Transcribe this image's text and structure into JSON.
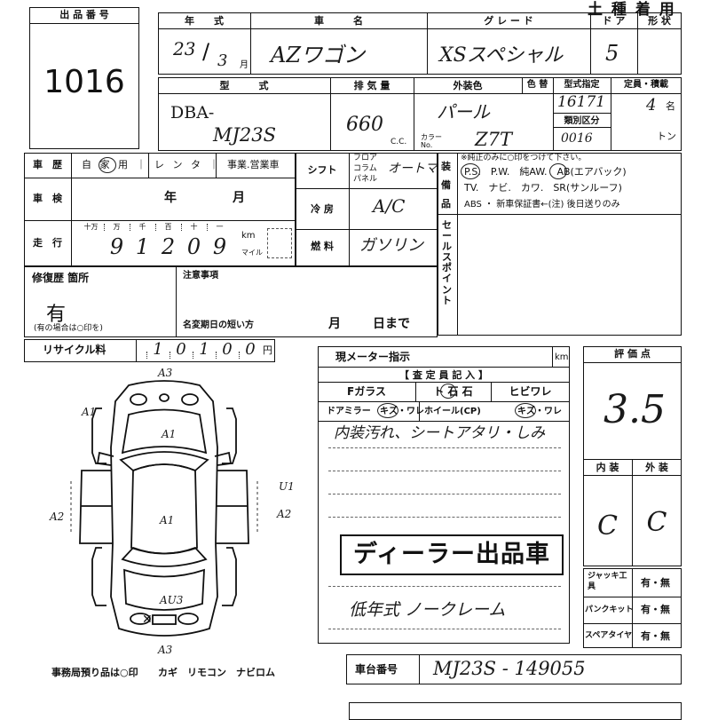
{
  "header": {
    "top_partial": "",
    "usage_badge": "土 種 着 用"
  },
  "lot": {
    "label": "出 品 番 号",
    "number": "1016"
  },
  "row1": {
    "year_label": "年　　式",
    "car_label": "車　　　名",
    "grade_label": "グ レ ー ド",
    "door_label": "ド ア",
    "shape_label": "形 状",
    "year_value": "23",
    "month_value": "3",
    "month_unit": "月",
    "car_name": "AZワゴン",
    "grade_value": "XSスペシャル",
    "door_value": "5"
  },
  "row2": {
    "model_label": "型　　　式",
    "displacement_label": "排 気 量",
    "ext_color_label": "外装色",
    "color_sep_label": "色 替",
    "model_spec_label": "型式指定",
    "capacity_label": "定員・積載",
    "model_line1": "DBA-",
    "model_line2": "MJ23S",
    "displacement_value": "660",
    "cc_unit": "C.C.",
    "color_value": "パール",
    "color_no_label": "カラー No.",
    "color_no_value": "Z7T",
    "model_spec_value": "16171",
    "class_label": "類別区分",
    "class_value": "0016",
    "capacity_value": "4",
    "person_unit": "名",
    "ton_unit": "トン"
  },
  "history": {
    "history_label": "車　歴",
    "history_options": "自 家 用 ｜ レ ン タ ｜ 事業.営業車",
    "inspection_label": "車　検",
    "inspection_year": "年",
    "inspection_month": "月",
    "mileage_label": "走　行",
    "mileage_places": [
      "十万",
      "万",
      "千",
      "百",
      "十",
      "一"
    ],
    "mileage_digits": [
      "9",
      "1",
      "2",
      "0",
      "9"
    ],
    "km_label": "km",
    "mile_label": "マイル"
  },
  "spec": {
    "shift_label": "シフト",
    "shift_opts": [
      "フロア",
      "コラム",
      "パネル"
    ],
    "shift_value": "オートマ",
    "ac_label": "冷 房",
    "ac_value": "A/C",
    "fuel_label": "燃 料",
    "fuel_value": "ガソリン"
  },
  "equipment": {
    "label": "装 備 品",
    "note": "※純正のみに○印をつけて下さい。",
    "line1": "P.S.　P.W.　純AW.　AB(エアバック)",
    "line2": "TV.　ナビ.　カワ.　SR(サンルーフ)",
    "line3": "ABS ・ 新車保証書←(注) 後日送りのみ"
  },
  "sales_point": {
    "label": "セールスポイント"
  },
  "repair": {
    "label": "修復歴 箇所",
    "value": "有",
    "note": "(有の場合は○印を)"
  },
  "caution": {
    "label": "注意事項",
    "name_change": "名変期日の短い方",
    "month": "月",
    "day": "日まで"
  },
  "recycle": {
    "label": "リサイクル料",
    "digits": [
      "1",
      "0",
      "1",
      "0",
      "0"
    ],
    "yen": "円"
  },
  "meter": {
    "label": "現メーター指示",
    "km": "km"
  },
  "appraiser": {
    "header": "【 査 定 員 記 入 】",
    "glass": "Fガラス",
    "chip": "ト 石 石",
    "crack": "ヒビワレ",
    "mirror": "ドアミラー",
    "mirror_opts": "キズ・ワレ",
    "wheel": "ホイール(CP)",
    "wheel_opts": "キズ・ワレ",
    "note1": "内装汚れ、シートアタリ・しみ",
    "stamp": "ディーラー出品車",
    "note2": "低年式 ノークレーム"
  },
  "score": {
    "label": "評 価 点",
    "value": "3.5",
    "interior_label": "内 装",
    "exterior_label": "外 装",
    "interior_value": "C",
    "exterior_value": "C"
  },
  "tools": {
    "jack": "ジャッキ工　具",
    "puncture": "パンクキット",
    "spare": "スペアタイヤ",
    "opt": "有・無"
  },
  "chassis": {
    "label": "車台番号",
    "value": "MJ23S - 149055"
  },
  "diagram": {
    "labels": [
      "A3",
      "A1",
      "A1",
      "A2",
      "A1",
      "A2",
      "U1",
      "AU3",
      "A3"
    ]
  },
  "footer": {
    "office": "事務局預り品は○印",
    "items": "カギ　リモコン　ナビロム"
  }
}
